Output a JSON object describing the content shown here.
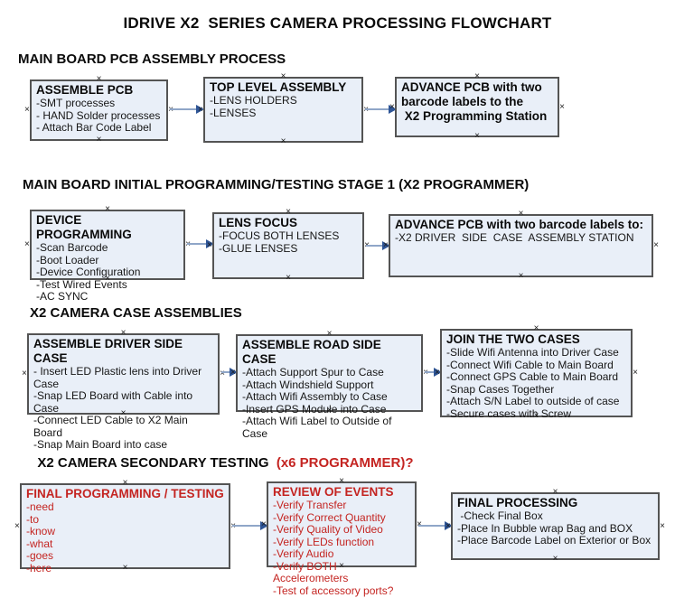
{
  "title": "IDRIVE X2  SERIES CAMERA PROCESSING FLOWCHART",
  "colors": {
    "box_fill": "#e9eff8",
    "box_border": "#545454",
    "arrow_line": "#8fa6c8",
    "arrow_head": "#2e5596",
    "red_accent": "#c42421",
    "text": "#111111"
  },
  "sections": [
    {
      "heading": "MAIN BOARD PCB ASSEMBLY PROCESS",
      "boxes": [
        {
          "title": "ASSEMBLE PCB",
          "lines": [
            "-SMT processes",
            "- HAND Solder processes",
            "- Attach Bar Code Label"
          ]
        },
        {
          "title": "TOP LEVEL ASSEMBLY",
          "lines": [
            "-LENS HOLDERS",
            "-LENSES"
          ]
        },
        {
          "title": "ADVANCE PCB with two\nbarcode labels to the\n X2 Programming Station",
          "lines": []
        }
      ]
    },
    {
      "heading": "MAIN BOARD INITIAL PROGRAMMING/TESTING STAGE 1 (X2 PROGRAMMER)",
      "boxes": [
        {
          "title": "DEVICE PROGRAMMING",
          "lines": [
            "-Scan Barcode",
            "-Boot Loader",
            "-Device Configuration",
            "-Test Wired Events",
            "-AC SYNC"
          ]
        },
        {
          "title": "LENS FOCUS",
          "lines": [
            "-FOCUS BOTH LENSES",
            "-GLUE LENSES"
          ]
        },
        {
          "title": "ADVANCE PCB with two barcode labels to:",
          "lines": [
            "-X2 DRIVER  SIDE  CASE  ASSEMBLY STATION"
          ]
        }
      ]
    },
    {
      "heading": "X2 CAMERA CASE ASSEMBLIES",
      "boxes": [
        {
          "title": "ASSEMBLE DRIVER SIDE CASE",
          "lines": [
            "- Insert LED Plastic lens into Driver Case",
            "-Snap LED Board with Cable into Case",
            "-Connect LED Cable to X2 Main Board",
            "-Snap Main Board into case"
          ]
        },
        {
          "title": "ASSEMBLE ROAD SIDE CASE",
          "lines": [
            "-Attach Support Spur to Case",
            "-Attach Windshield Support",
            "-Attach Wifi Assembly to Case",
            "-Insert GPS Module into Case",
            "-Attach Wifi Label to Outside of Case"
          ]
        },
        {
          "title": "JOIN THE TWO CASES",
          "lines": [
            "-Slide Wifi Antenna into Driver Case",
            "-Connect Wifi Cable to Main Board",
            "-Connect GPS Cable to Main Board",
            "-Snap Cases Together",
            "-Attach S/N Label to outside of case",
            "-Secure cases with Screw"
          ]
        }
      ]
    },
    {
      "heading": "X2 CAMERA SECONDARY TESTING  ",
      "heading_red": "(x6 PROGRAMMER)?",
      "boxes": [
        {
          "title": "FINAL PROGRAMMING / TESTING",
          "lines": [
            "-need",
            "-to",
            "-know",
            "-what",
            "-goes",
            "-here"
          ]
        },
        {
          "title": "REVIEW OF EVENTS",
          "lines": [
            "-Verify Transfer",
            "-Verify Correct Quantity",
            "-Verify Quality of Video",
            "-Verify LEDs function",
            "-Verify Audio",
            "-Verify BOTH Accelerometers",
            "-Test of accessory ports?"
          ]
        },
        {
          "title": "FINAL PROCESSING",
          "lines": [
            " -Check Final Box",
            "-Place In Bubble wrap Bag and BOX",
            "-Place Barcode Label on Exterior or Box"
          ]
        }
      ]
    }
  ]
}
